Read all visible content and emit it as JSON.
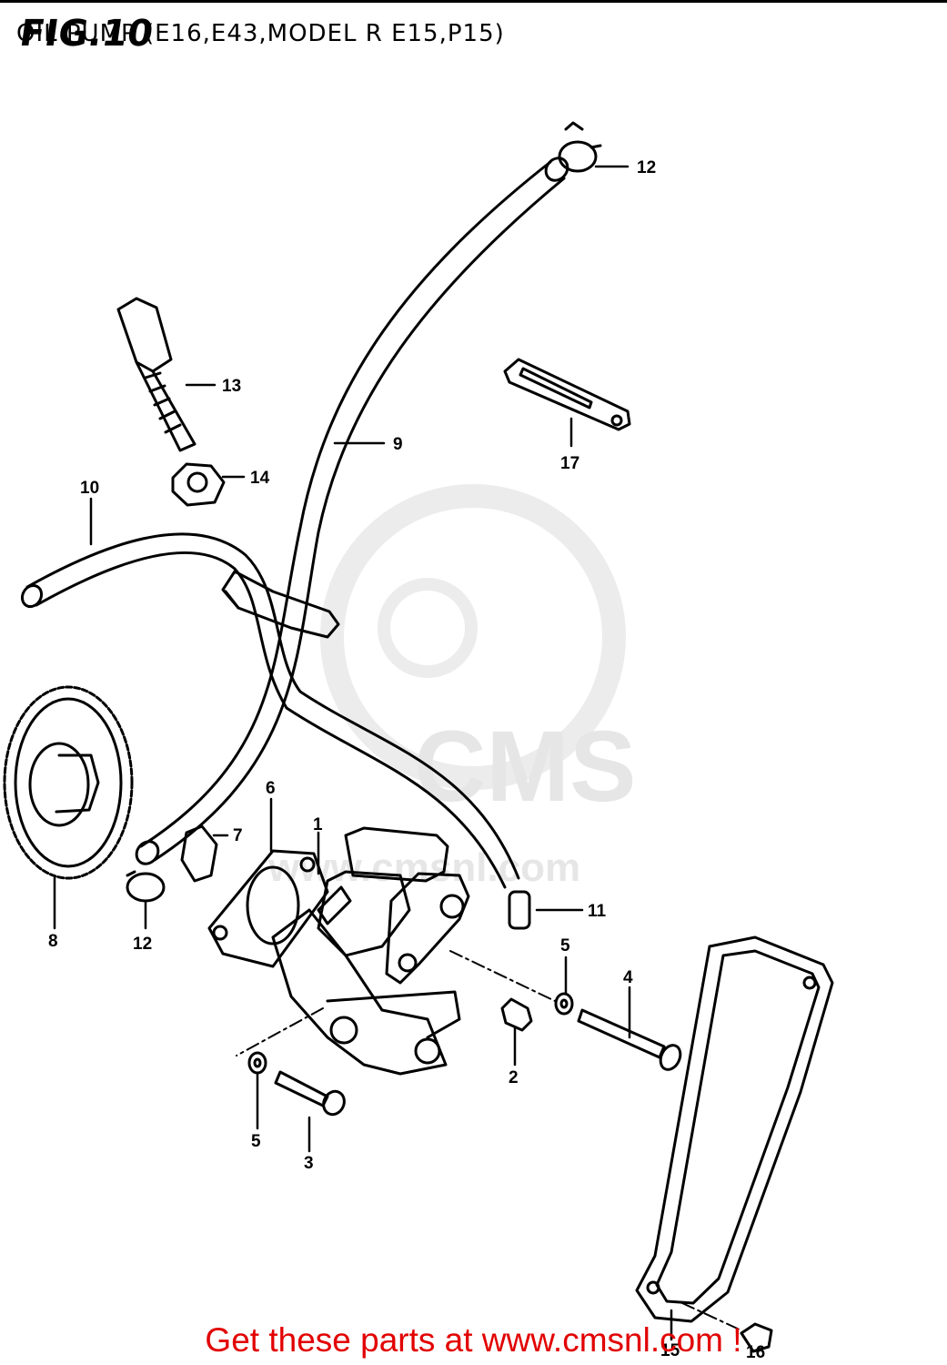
{
  "header": {
    "fig_label": "FIG.10",
    "title": "OIL PUMP (E16,E43,MODEL R E15,P15)"
  },
  "watermark": {
    "brand": "CMS",
    "url": "www.cmsnl.com"
  },
  "callouts": [
    "1",
    "2",
    "3",
    "4",
    "5",
    "5",
    "6",
    "7",
    "8",
    "9",
    "10",
    "11",
    "12",
    "12",
    "13",
    "14",
    "15",
    "16",
    "17"
  ],
  "footer": {
    "text": "Get these parts at www.cmsnl.com !"
  },
  "colors": {
    "line": "#000000",
    "background": "#ffffff",
    "footer": "#e20000",
    "watermark": "#e6e6e6"
  }
}
